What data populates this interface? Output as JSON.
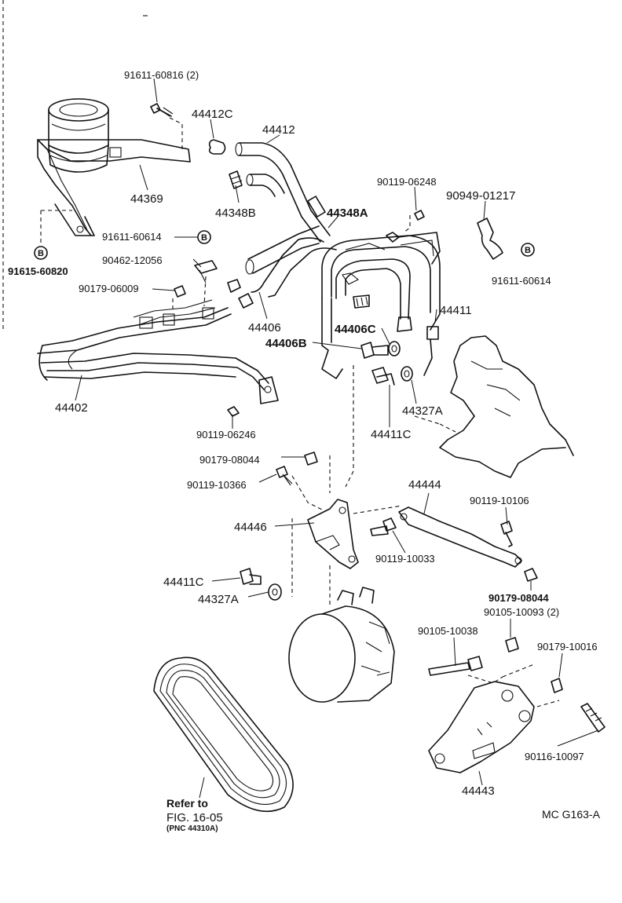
{
  "callouts": {
    "p_91611_60816": "91611-60816 (2)",
    "p_44412C": "44412C",
    "p_44412": "44412",
    "p_44369": "44369",
    "p_44348B": "44348B",
    "p_44348A": "44348A",
    "p_90119_06248": "90119-06248",
    "p_90949_01217": "90949-01217",
    "p_91611_60614_left": "91611-60614",
    "p_91611_60614_right": "91611-60614",
    "p_91615_60820": "91615-60820",
    "p_90462_12056": "90462-12056",
    "p_90179_06009": "90179-06009",
    "p_44406": "44406",
    "p_44411": "44411",
    "p_44406C": "44406C",
    "p_44406B": "44406B",
    "p_44402": "44402",
    "p_44327A_upper": "44327A",
    "p_44411C_upper": "44411C",
    "p_90119_06246": "90119-06246",
    "p_90179_08044_upper": "90179-08044",
    "p_90119_10366": "90119-10366",
    "p_44444": "44444",
    "p_90119_10106": "90119-10106",
    "p_44446": "44446",
    "p_90119_10033": "90119-10033",
    "p_44411C_lower": "44411C",
    "p_44327A_lower": "44327A",
    "p_90179_08044_lower": "90179-08044",
    "p_90105_10093": "90105-10093 (2)",
    "p_90105_10038": "90105-10038",
    "p_90179_10016": "90179-10016",
    "p_90116_10097": "90116-10097",
    "p_44443": "44443",
    "marker_B": "B"
  },
  "notes": {
    "refer_line1": "Refer to",
    "refer_line2": "FIG. 16-05",
    "refer_pnc": "(PNC 44310A)",
    "figure_code": "MC G163-A"
  }
}
